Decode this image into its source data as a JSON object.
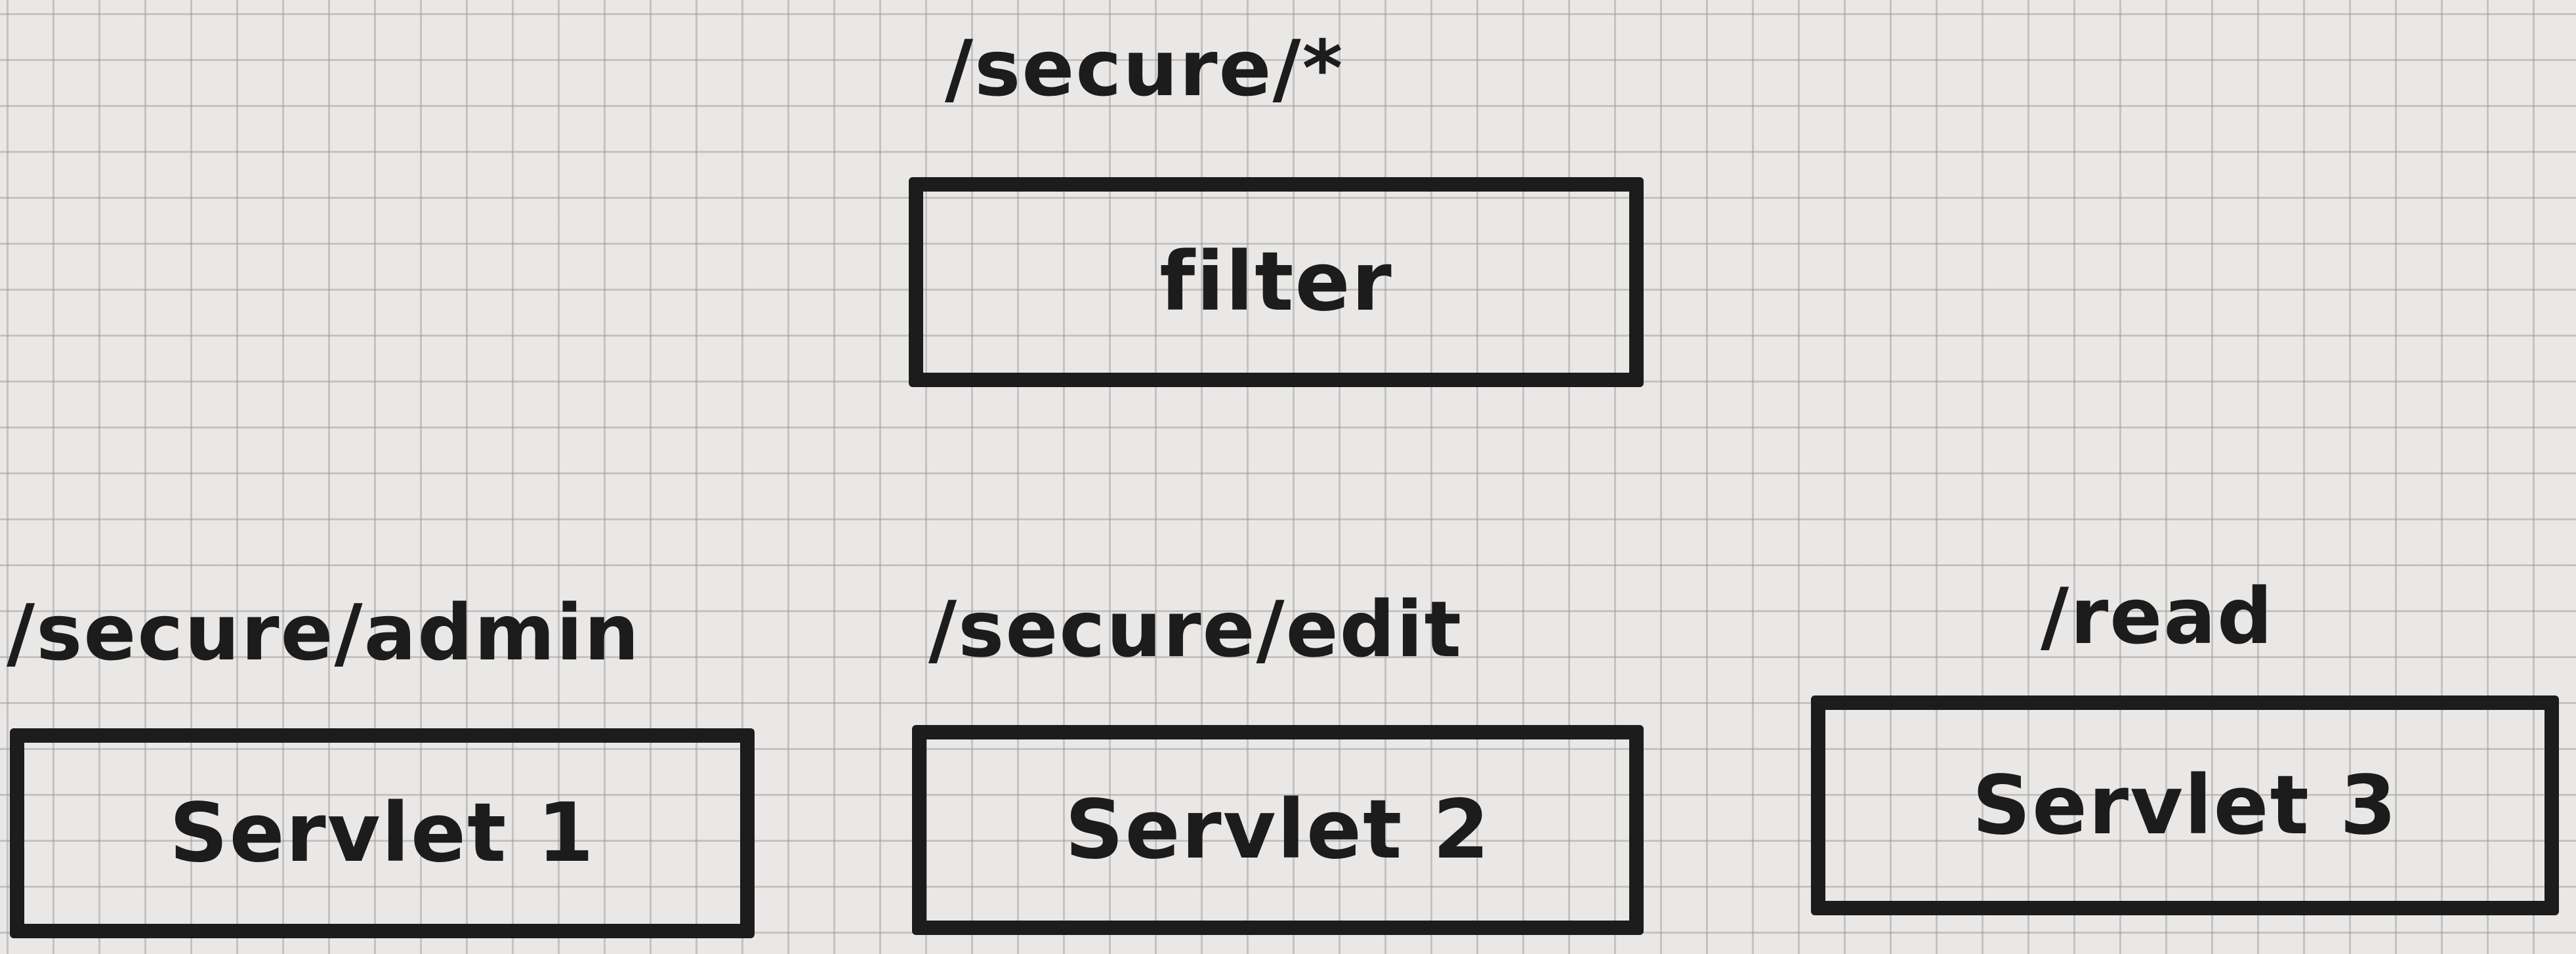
{
  "nodes": [
    {
      "path": "/secure/*",
      "label": "filter"
    },
    {
      "path": "/secure/admin",
      "label": "Servlet 1"
    },
    {
      "path": "/secure/edit",
      "label": "Servlet 2"
    },
    {
      "path": "/read",
      "label": "Servlet 3"
    }
  ],
  "colors": {
    "ink": "#1c1c1c",
    "paper": "#e9e8e6",
    "grid": "#969696"
  }
}
